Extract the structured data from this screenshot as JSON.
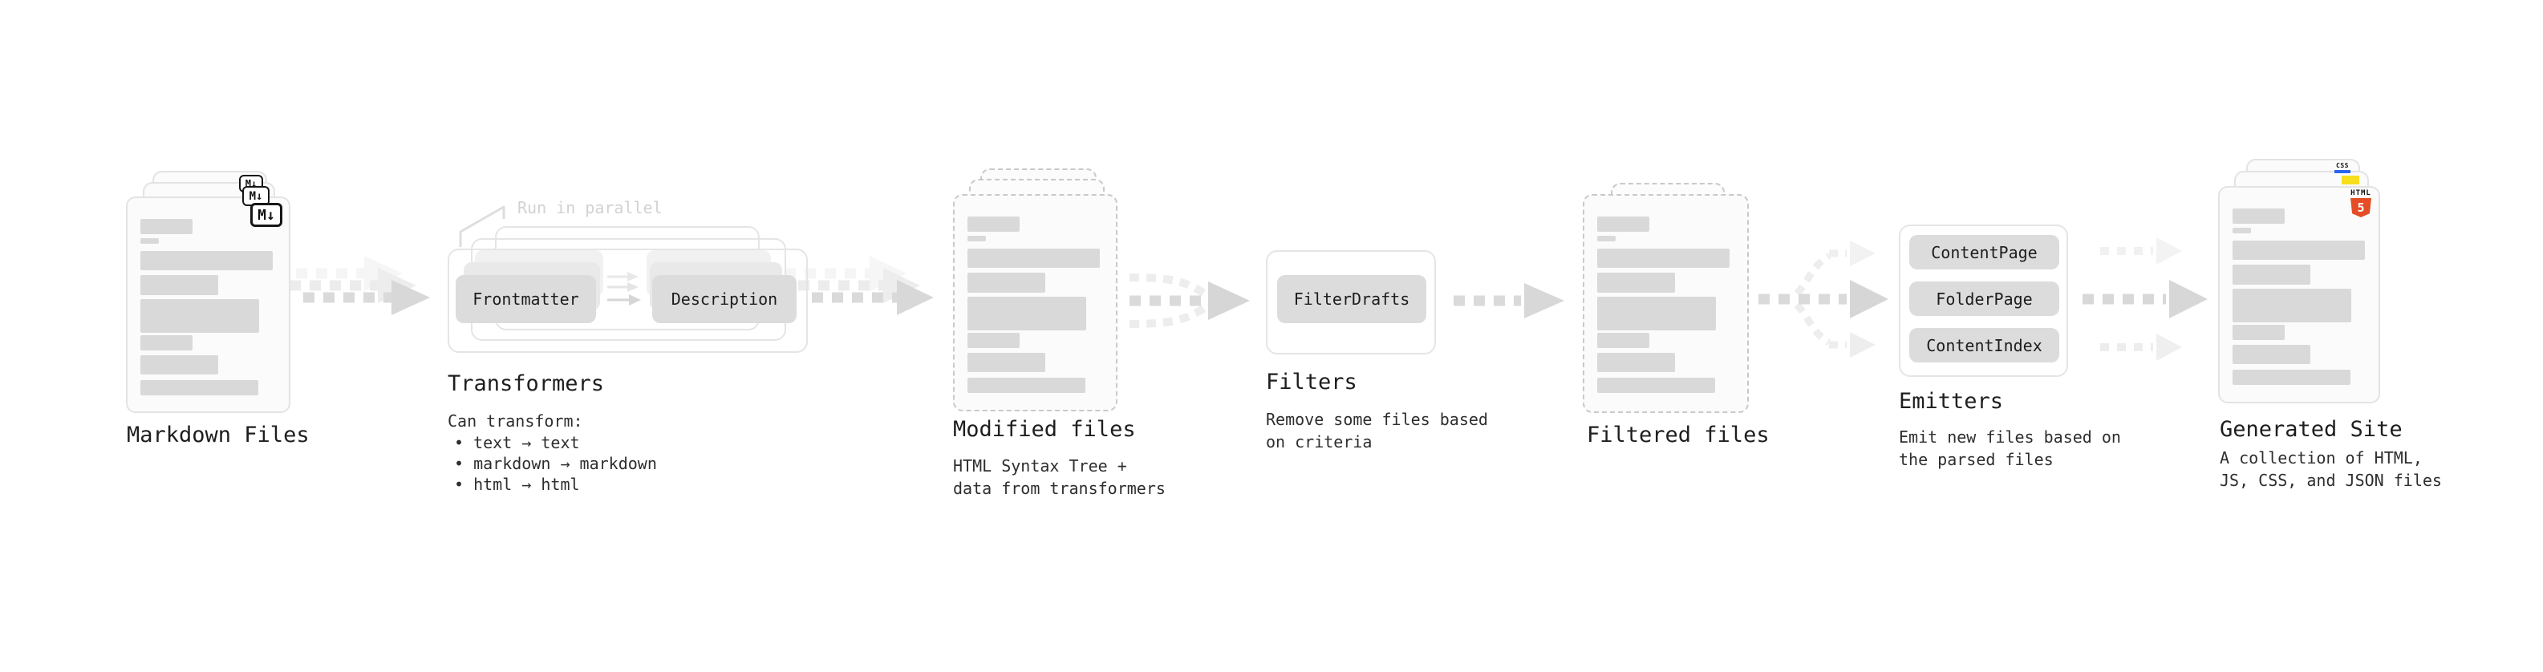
{
  "stages": {
    "markdown_files": {
      "label": "Markdown Files",
      "icon": "M↓"
    },
    "transformers": {
      "label": "Transformers",
      "annotation": "Run in parallel",
      "chip_frontmatter": "Frontmatter",
      "chip_description": "Description",
      "desc_title": "Can transform:",
      "bullets": [
        "• text → text",
        "• markdown → markdown",
        "• html → html"
      ]
    },
    "modified_files": {
      "label": "Modified files",
      "desc_lines": [
        "HTML Syntax Tree +",
        "data from transformers"
      ]
    },
    "filters": {
      "label": "Filters",
      "chip": "FilterDrafts",
      "desc_lines": [
        "Remove some files based",
        "on criteria"
      ]
    },
    "filtered_files": {
      "label": "Filtered files"
    },
    "emitters": {
      "label": "Emitters",
      "chips": [
        "ContentPage",
        "FolderPage",
        "ContentIndex"
      ],
      "desc_lines": [
        "Emit new files based on",
        "the parsed files"
      ]
    },
    "generated_site": {
      "label": "Generated Site",
      "desc_lines": [
        "A collection of HTML,",
        "JS, CSS, and JSON files"
      ],
      "html_badge_label": "HTML",
      "html_badge_number": "5",
      "css_badge_label": "CSS"
    }
  },
  "colors": {
    "placeholder_bar": "#d9d9d9",
    "chip_fill": "#dcdcdc",
    "arrow_main": "#dadada",
    "arrow_light": "#ececec",
    "html5_orange": "#e44d26",
    "js_yellow": "#f7df1e",
    "css_blue": "#2965f1"
  }
}
